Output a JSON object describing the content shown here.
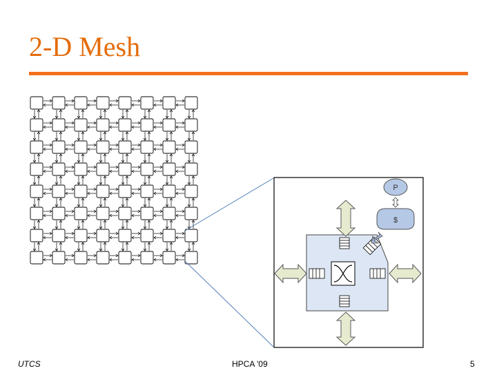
{
  "slide": {
    "title": "2-D Mesh",
    "footer_left": "UTCS",
    "footer_center": "HPCA '09",
    "page_number": "5"
  },
  "mesh": {
    "rows": 8,
    "cols": 8
  },
  "router": {
    "processor_label": "P",
    "cache_label": "$"
  },
  "colors": {
    "title": "#e46c0a",
    "rule": "#f36f1d",
    "router_fill": "#dde6f4",
    "arrow_fill": "#e6ebcf",
    "processor_fill": "#b5c8e6",
    "callout_line": "#4f7fb8"
  }
}
